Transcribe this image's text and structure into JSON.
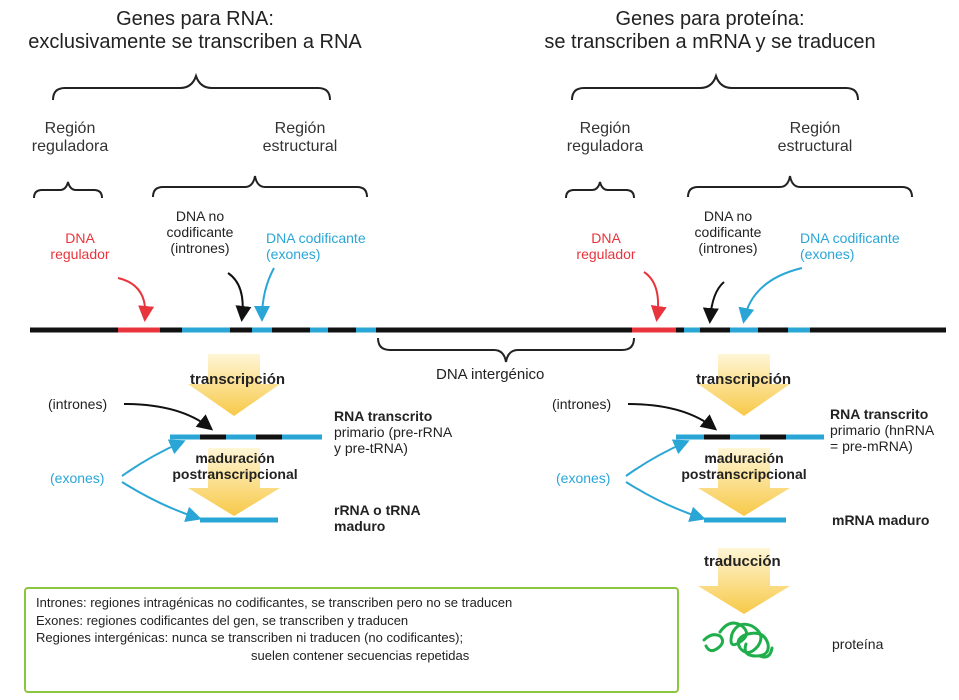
{
  "left_gene": {
    "title_line1": "Genes para RNA:",
    "title_line2": "exclusivamente se transcriben a RNA",
    "regulatory_region": [
      "Región",
      "reguladora"
    ],
    "structural_region": [
      "Región",
      "estructural"
    ],
    "regulatory_dna": [
      "DNA",
      "regulador"
    ],
    "noncoding_dna": [
      "DNA no",
      "codificante",
      "(intrones)"
    ],
    "coding_dna": [
      "DNA codificante",
      "(exones)"
    ],
    "transcription": "transcripción",
    "introns_label": "(intrones)",
    "exons_label": "(exones)",
    "primary_transcript": [
      "RNA transcrito",
      "primario (pre-rRNA",
      "y pre-tRNA)"
    ],
    "maturation": [
      "maduración",
      "postranscripcional"
    ],
    "mature_product": [
      "rRNA  o tRNA",
      "maduro"
    ]
  },
  "right_gene": {
    "title_line1": "Genes para proteína:",
    "title_line2": "se transcriben a mRNA y se traducen",
    "regulatory_region": [
      "Región",
      "reguladora"
    ],
    "structural_region": [
      "Región",
      "estructural"
    ],
    "regulatory_dna": [
      "DNA",
      "regulador"
    ],
    "noncoding_dna": [
      "DNA no",
      "codificante",
      "(intrones)"
    ],
    "coding_dna": [
      "DNA codificante",
      "(exones)"
    ],
    "transcription": "transcripción",
    "introns_label": "(intrones)",
    "exons_label": "(exones)",
    "primary_transcript": [
      "RNA transcrito",
      "primario (hnRNA",
      "= pre-mRNA)"
    ],
    "maturation": [
      "maduración",
      "postranscripcional"
    ],
    "mature_product": "mRNA maduro",
    "translation": "traducción",
    "protein": "proteína"
  },
  "intergenic_dna": "DNA intergénico",
  "legend": [
    "Intrones: regiones intragénicas no codificantes, se transcriben pero no se traducen",
    "Exones: regiones codificantes del gen, se transcriben y traducen",
    "Regiones intergénicas: nunca se transcriben ni traducen (no codificantes);",
    "suelen contener secuencias repetidas"
  ],
  "colors": {
    "regulatory": "#e8343c",
    "exon": "#2aa6d6",
    "intron": "#111111",
    "process_arrow": "#f7c948",
    "legend_border": "#8cc63f",
    "protein": "#1fae4b"
  }
}
